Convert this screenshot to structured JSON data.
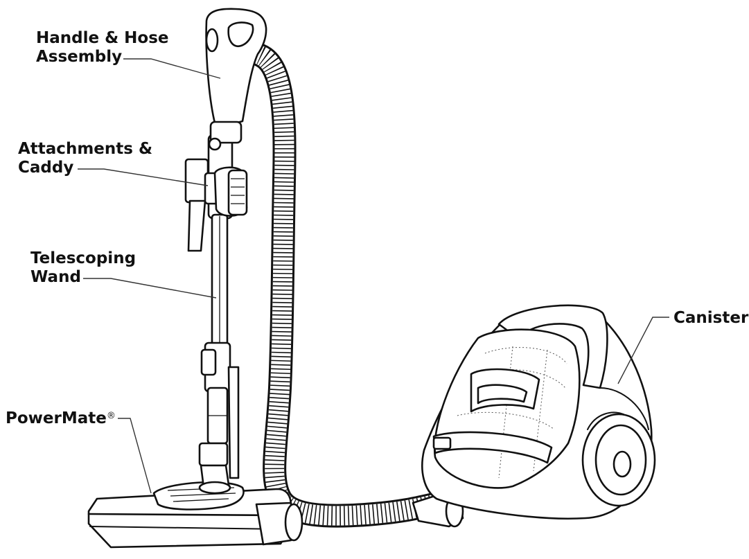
{
  "labels": {
    "handle": [
      "Handle & Hose",
      "Assembly"
    ],
    "attachments": [
      "Attachments &",
      "Caddy"
    ],
    "wand": [
      "Telescoping",
      "Wand"
    ],
    "powermate": "PowerMate",
    "powermate_mark": "®",
    "canister": "Canister"
  },
  "colors": {
    "line": "#111111",
    "background": "#ffffff"
  }
}
